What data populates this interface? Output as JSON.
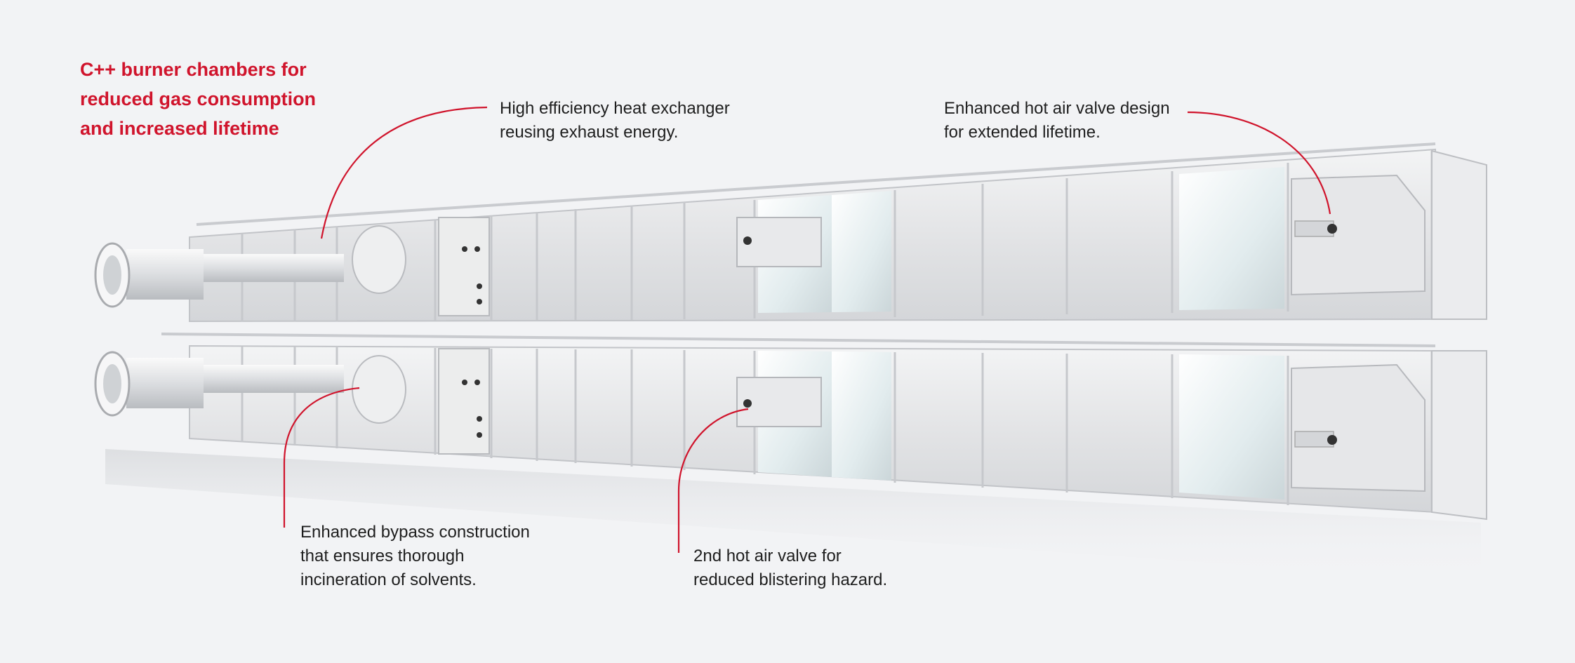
{
  "headline": {
    "lines": [
      "C++ burner chambers for",
      "reduced gas consumption",
      "and increased lifetime"
    ],
    "color": "#d0142c"
  },
  "callouts": {
    "heat_exchanger": {
      "lines": [
        "High efficiency heat exchanger",
        "reusing exhaust energy."
      ]
    },
    "hot_air_valve": {
      "lines": [
        "Enhanced hot air valve design",
        "for extended lifetime."
      ]
    },
    "bypass": {
      "lines": [
        "Enhanced bypass construction",
        "that ensures thorough",
        "incineration of solvents."
      ]
    },
    "second_valve": {
      "lines": [
        "2nd hot air valve for",
        "reduced blistering hazard."
      ]
    }
  },
  "colors": {
    "background": "#f2f3f5",
    "leader_line": "#d0142c",
    "machine_body": "#e4e5e7",
    "machine_edge": "#c2c4c8"
  }
}
